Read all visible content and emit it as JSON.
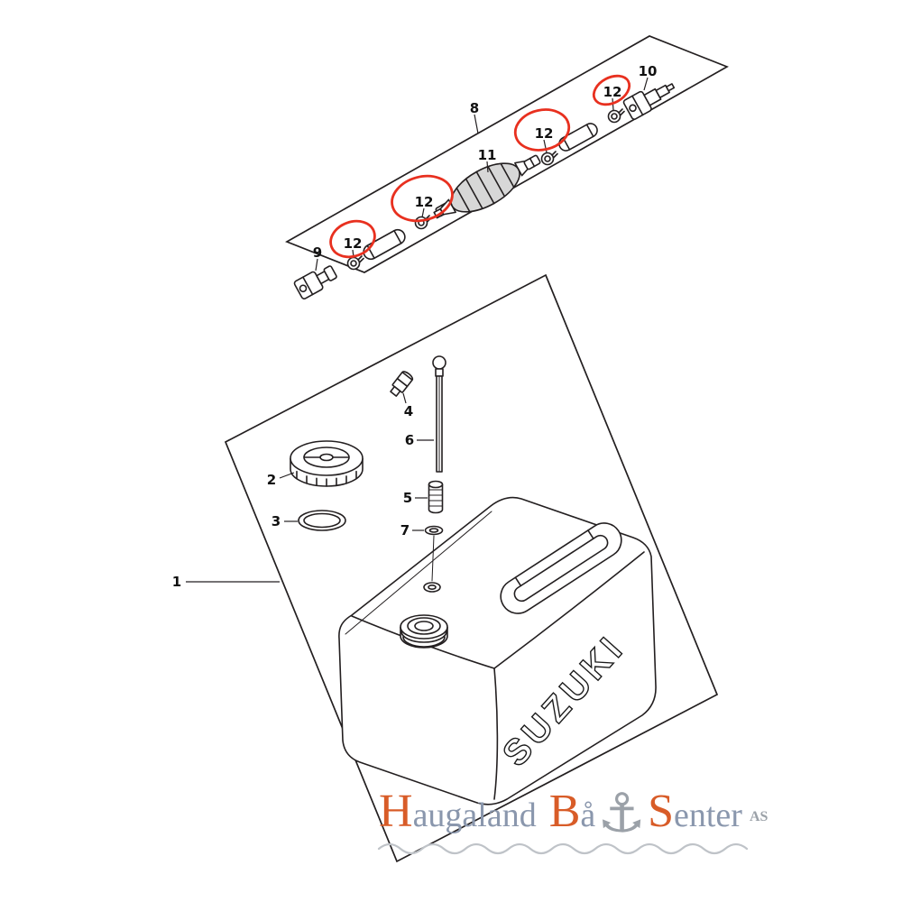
{
  "colors": {
    "line": "#231f20",
    "highlight": "#e8301f",
    "brand_accent": "#d85c28",
    "brand_main": "#8a97ad",
    "brand_gray": "#9ba1a8",
    "rope": "#bfc3c8"
  },
  "diagram": {
    "part_labels": {
      "tank": "1",
      "cap": "2",
      "gasket": "3",
      "connector": "4",
      "filter": "5",
      "suction_tube": "6",
      "seal_ring": "7",
      "hose_assembly": "8",
      "joint_engine_side": "9",
      "joint_tank_side": "10",
      "primer_bulb": "11",
      "clip": "12"
    },
    "tank_brand": "SUZUKI",
    "highlighted_part_label": "12",
    "highlight_circle_count": 4
  },
  "watermark": {
    "word1_initial": "H",
    "word1_rest": "augaland",
    "word2_initial": "B",
    "word2_rest": "å",
    "anchor_glyph": "⚓",
    "word3_initial": "S",
    "word3_rest": "enter",
    "suffix": "AS"
  }
}
